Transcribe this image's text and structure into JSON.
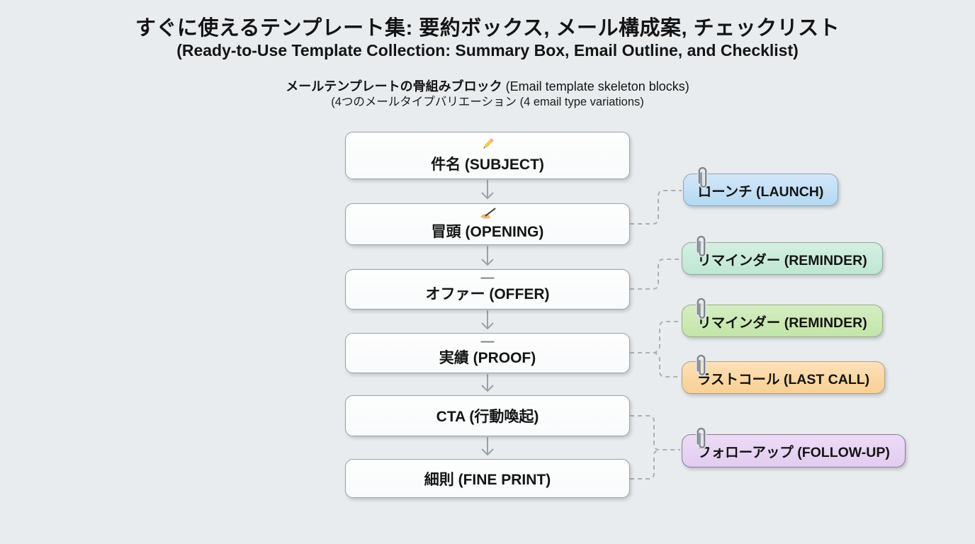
{
  "header": {
    "title_ja": "すぐに使えるテンプレート集: 要約ボックス, メール構成案, チェックリスト",
    "title_en": "(Ready-to-Use Template Collection: Summary Box, Email Outline, and Checklist)",
    "subtitle_ja": "メールテンプレートの骨組みブロック",
    "subtitle_en": " (Email template skeleton blocks)",
    "subtitle_line2": "(4つのメールタイプバリエーション (4 email type variations)"
  },
  "flow": {
    "blocks": [
      {
        "label": "件名 (SUBJECT)",
        "icon": "pencil-emoji"
      },
      {
        "label": "冒頭 (OPENING)",
        "icon": "writing-hand-emoji"
      },
      {
        "label": "オファー (OFFER)",
        "icon": "missing-glyph-dash",
        "marker": "—"
      },
      {
        "label": "実績 (PROOF)",
        "icon": "missing-glyph-dash",
        "marker": "—"
      },
      {
        "label": "CTA (行動喚起)"
      },
      {
        "label": "細則 (FINE PRINT)"
      }
    ]
  },
  "variations": {
    "items": [
      {
        "label": "ローンチ (LAUNCH)",
        "color": "#b9daf3",
        "border": "#8ba6c0",
        "icon": "paperclip"
      },
      {
        "label": "リマインダー (REMINDER)",
        "color": "#c4e9d5",
        "border": "#93a89d",
        "icon": "paperclip"
      },
      {
        "label": "リマインダー (REMINDER)",
        "color": "#c8e6b0",
        "border": "#9cad8b",
        "icon": "paperclip"
      },
      {
        "label": "ラストコール (LAST CALL)",
        "color": "#fad39c",
        "border": "#b6a184",
        "icon": "paperclip"
      },
      {
        "label": "フォローアップ (FOLLOW-UP)",
        "color": "#e6d0f2",
        "border": "#8e77a8",
        "icon": "paperclip"
      }
    ]
  },
  "colors": {
    "background": "#e9ecee",
    "node_fill": "#fdfdfe",
    "node_border": "#9aa1a8",
    "arrow": "#99a0a8",
    "dashed_connector": "#a9b0b7",
    "text": "#141414"
  }
}
